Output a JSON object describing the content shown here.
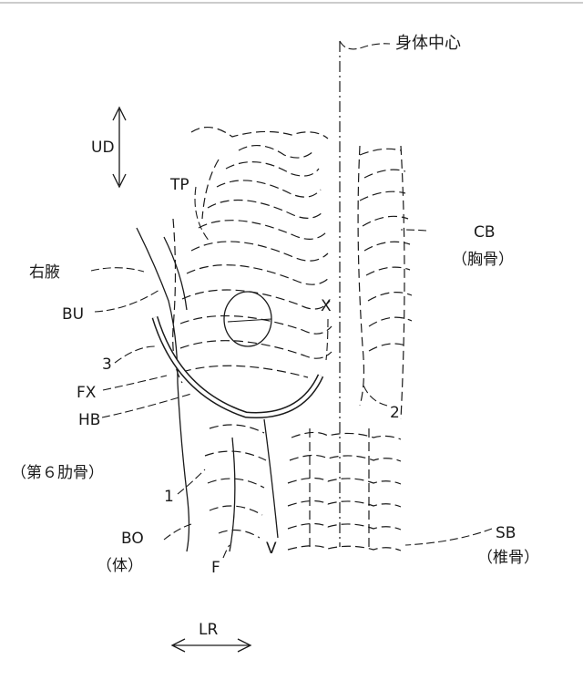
{
  "labels": {
    "center": "身体中心",
    "ud": "UD",
    "tp": "TP",
    "cb": "CB",
    "cb_jp": "（胸骨）",
    "right_axilla": "右腋",
    "bu": "BU",
    "x": "X",
    "three": "3",
    "fx": "FX",
    "two": "2",
    "hb": "HB",
    "hb_jp": "（第６肋骨）",
    "one": "1",
    "bo": "BO",
    "bo_jp": "（体）",
    "v": "V",
    "f": "F",
    "sb": "SB",
    "sb_jp": "（椎骨）",
    "lr": "LR"
  }
}
